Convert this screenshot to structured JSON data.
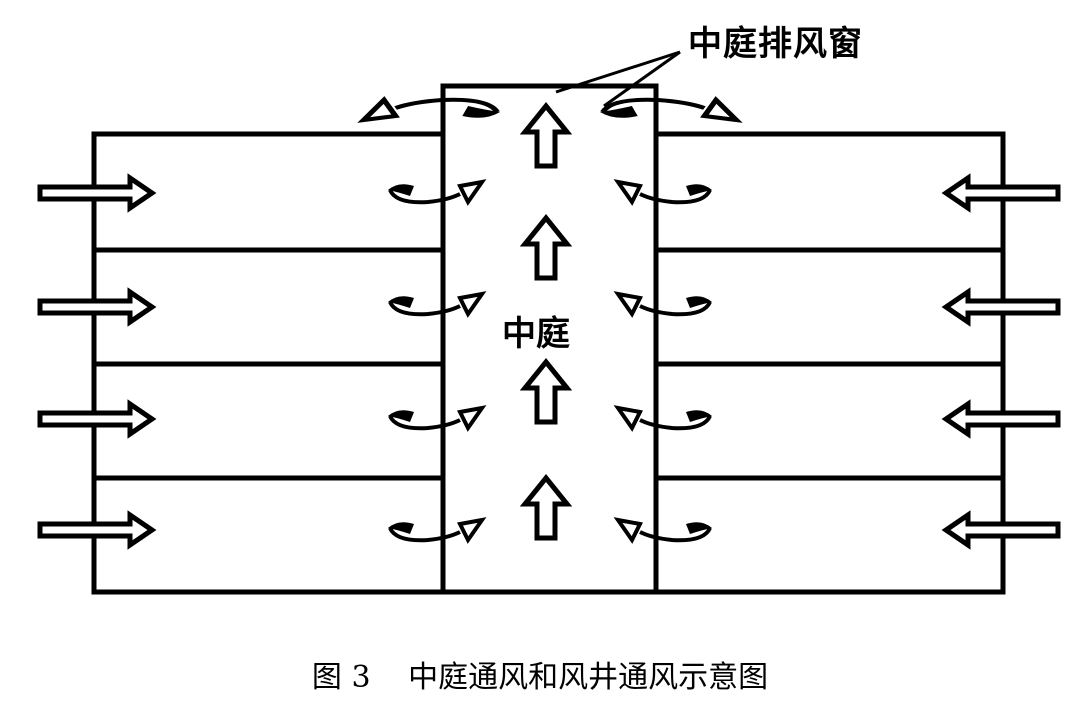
{
  "labels": {
    "vent_window": "中庭排风窗",
    "atrium": "中庭"
  },
  "caption": {
    "figure_number": "图 3",
    "title": "中庭通风和风井通风示意图"
  },
  "colors": {
    "line": "#000000",
    "background": "#ffffff"
  },
  "icons": [
    "inflow-arrow-icon",
    "updraft-arrow-icon",
    "curved-airflow-arrow-icon"
  ]
}
